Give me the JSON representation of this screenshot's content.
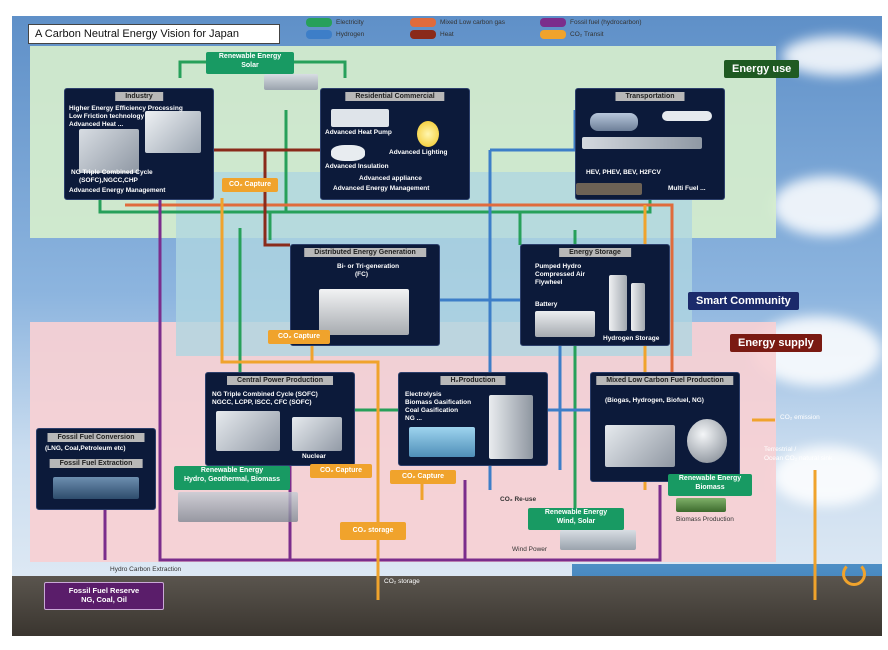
{
  "title": "A Carbon Neutral Energy Vision for Japan",
  "legend": [
    {
      "label": "Electricity",
      "color": "#27a05a"
    },
    {
      "label": "Hydrogen",
      "color": "#3d7ec8"
    },
    {
      "label": "Mixed Low carbon gas",
      "color": "#e06b3c"
    },
    {
      "label": "Heat",
      "color": "#8a2a1a"
    },
    {
      "label": "Fossil fuel (hydrocarbon)",
      "color": "#7b2d8c"
    },
    {
      "label": "CO₂ Transit",
      "color": "#f0a32c"
    }
  ],
  "zones": {
    "energy_use": "Energy use",
    "smart_community": "Smart Community",
    "energy_supply": "Energy supply"
  },
  "boxes": {
    "industry": {
      "header": "Industry",
      "lines": [
        "Higher Energy Efficiency Processing",
        "Low Friction technology",
        "Advanced Heat ...",
        "NG Triple Combined Cycle",
        "(SOFC),NGCC,CHP",
        "Advanced Energy Management"
      ]
    },
    "residential": {
      "header": "Residential Commercial",
      "lines": [
        "Advanced Heat Pump",
        "Advanced Lighting",
        "Advanced Insulation",
        "Advanced appliance",
        "Advanced Energy Management"
      ]
    },
    "transportation": {
      "header": "Transportation",
      "lines": [
        "HEV, PHEV, BEV, H2FCV",
        "Multi Fuel ..."
      ]
    },
    "distributed": {
      "header": "Distributed Energy Generation",
      "lines": [
        "Bi- or Tri-generation",
        "(FC)"
      ]
    },
    "storage": {
      "header": "Energy Storage",
      "lines": [
        "Pumped Hydro",
        "Compressed Air",
        "Flywheel",
        "Battery",
        "Hydrogen Storage"
      ]
    },
    "central": {
      "header": "Central Power Production",
      "lines": [
        "NG Triple Combined Cycle (SOFC)",
        "NGCC, LCPP, ISCC, CFC (SOFC)",
        "Nuclear"
      ]
    },
    "h2": {
      "header": "H₂Production",
      "lines": [
        "Electrolysis",
        "Biomass Gasification",
        "Coal Gasification",
        "NG ..."
      ]
    },
    "mixed": {
      "header": "Mixed Low Carbon Fuel Production",
      "lines": [
        "(Biogas, Hydrogen, Biofuel, NG)"
      ]
    },
    "fossil": {
      "header1": "Fossil Fuel Conversion",
      "line1": "(LNG, Coal,Petroleum etc)",
      "header2": "Fossil Fuel Extraction"
    }
  },
  "tags": {
    "renew_solar": [
      "Renewable Energy",
      "Solar"
    ],
    "renew_hydro": [
      "Renewable Energy",
      "Hydro, Geothermal, Biomass"
    ],
    "renew_wind": [
      "Renewable Energy",
      "Wind, Solar"
    ],
    "renew_biomass": [
      "Renewable Energy",
      "Biomass"
    ],
    "capture1": "CO₂ Capture",
    "capture2": "CO₂ Capture",
    "capture3": "CO₂ Capture",
    "capture4": "CO₂ Capture",
    "storage": "CO₂ storage",
    "fossil_reserve": [
      "Fossil Fuel Reserve",
      "NG, Coal, Oil"
    ]
  },
  "notes": {
    "co2_emission": "CO₂ emission",
    "sink": [
      "Terrestrial /",
      "Ocean CO₂ natural sink"
    ],
    "co2_reuse": "CO₂ Re-use",
    "co2_storage": "CO₂ storage",
    "hydro_carbon": "Hydro Carbon Extraction",
    "wind_power": "Wind Power",
    "biomass_production": "Biomass Production"
  }
}
